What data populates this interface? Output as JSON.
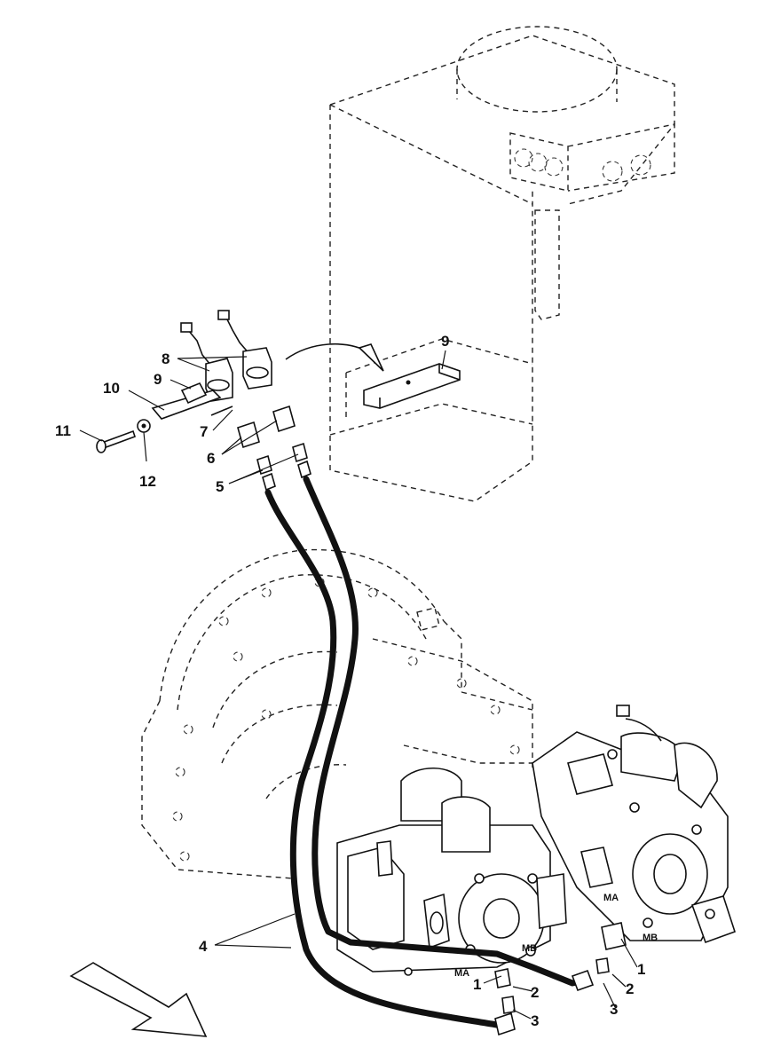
{
  "callouts": {
    "c1a": "1",
    "c1b": "1",
    "c2a": "2",
    "c2b": "2",
    "c3a": "3",
    "c3b": "3",
    "c4": "4",
    "c5": "5",
    "c6": "6",
    "c7": "7",
    "c8": "8",
    "c9a": "9",
    "c9b": "9",
    "c10": "10",
    "c11": "11",
    "c12": "12"
  },
  "port_marks": {
    "ma_left": "MA",
    "mb_left": "MB",
    "ma_right": "MA",
    "mb_right": "MB"
  }
}
